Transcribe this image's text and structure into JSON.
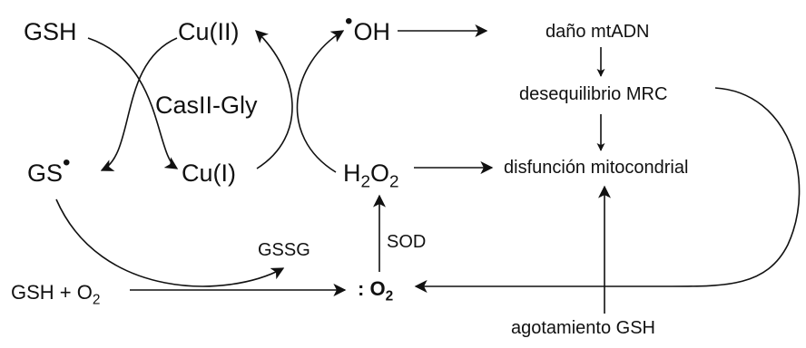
{
  "species": {
    "gsh": "GSH",
    "cu2": "Cu(II)",
    "oh_radical": "OH",
    "casiigly": "CasII-Gly",
    "gs_radical": "GS",
    "cu1": "Cu(I)",
    "h2o2_h": "H",
    "h2o2_2a": "2",
    "h2o2_o": "O",
    "h2o2_2b": "2",
    "gssg": "GSSG",
    "sod": "SOD",
    "gsh_o2_left": "GSH + O",
    "gsh_o2_sub": "2",
    "superoxide_prefix": ": O",
    "superoxide_sub": "2"
  },
  "effects": {
    "mtdna_damage": "daño mtADN",
    "mrc_imbalance": "desequilibrio MRC",
    "mito_dysfunction": "disfunción mitocondrial",
    "gsh_depletion": "agotamiento GSH"
  },
  "colors": {
    "ink": "#111111",
    "background": "#ffffff"
  }
}
